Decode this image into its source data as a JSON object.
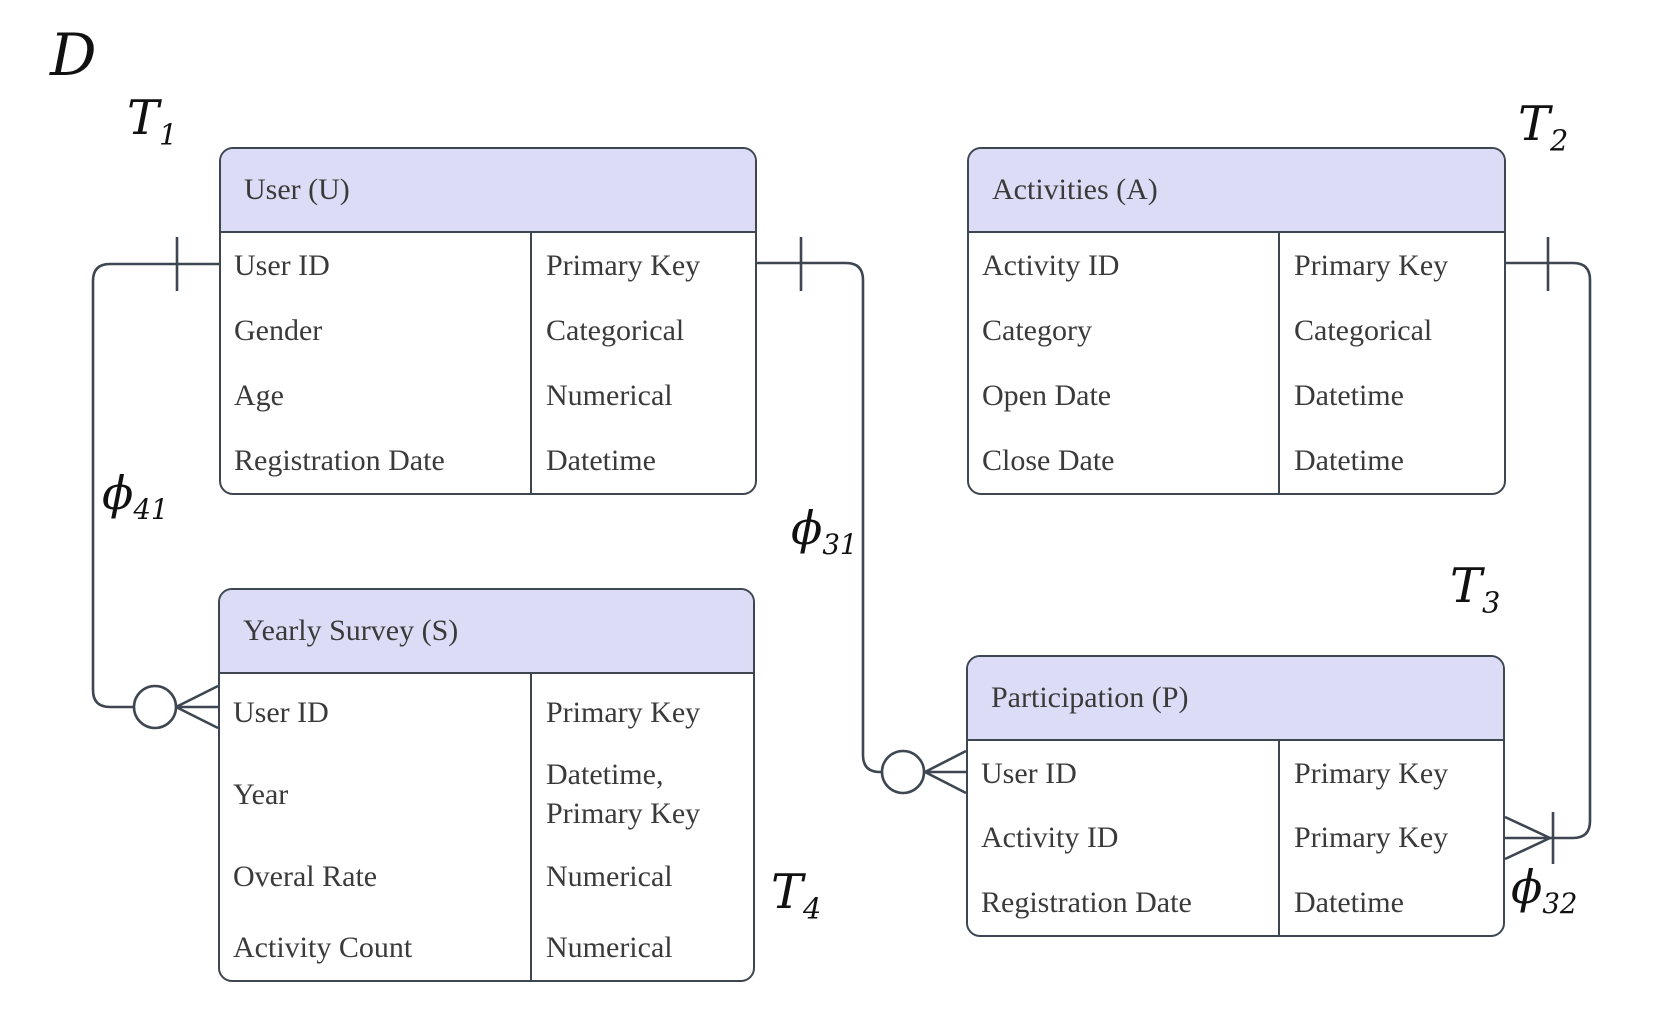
{
  "colors": {
    "header_fill": "#dcdcf7",
    "line": "#3d4651",
    "text": "#3a3a3a",
    "background": "#ffffff"
  },
  "labels": {
    "dataset": "D",
    "t1": {
      "base": "T",
      "sub": "1"
    },
    "t2": {
      "base": "T",
      "sub": "2"
    },
    "t3": {
      "base": "T",
      "sub": "3"
    },
    "t4": {
      "base": "T",
      "sub": "4"
    },
    "phi41": {
      "base": "ϕ",
      "sub": "41"
    },
    "phi31": {
      "base": "ϕ",
      "sub": "31"
    },
    "phi32": {
      "base": "ϕ",
      "sub": "32"
    }
  },
  "tables": {
    "user": {
      "title": "User (U)",
      "fields": [
        {
          "name": "User ID",
          "type": "Primary Key"
        },
        {
          "name": "Gender",
          "type": "Categorical"
        },
        {
          "name": "Age",
          "type": "Numerical"
        },
        {
          "name": "Registration Date",
          "type": "Datetime"
        }
      ]
    },
    "activities": {
      "title": "Activities (A)",
      "fields": [
        {
          "name": "Activity ID",
          "type": "Primary Key"
        },
        {
          "name": "Category",
          "type": "Categorical"
        },
        {
          "name": "Open Date",
          "type": "Datetime"
        },
        {
          "name": "Close Date",
          "type": "Datetime"
        }
      ]
    },
    "survey": {
      "title": "Yearly Survey (S)",
      "fields": [
        {
          "name": "User ID",
          "type": "Primary Key"
        },
        {
          "name": "Year",
          "type": "Datetime,\nPrimary Key"
        },
        {
          "name": "Overal Rate",
          "type": "Numerical"
        },
        {
          "name": "Activity Count",
          "type": "Numerical"
        }
      ]
    },
    "participation": {
      "title": "Participation (P)",
      "fields": [
        {
          "name": "User ID",
          "type": "Primary Key"
        },
        {
          "name": "Activity ID",
          "type": "Primary Key"
        },
        {
          "name": "Registration Date",
          "type": "Datetime"
        }
      ]
    }
  }
}
